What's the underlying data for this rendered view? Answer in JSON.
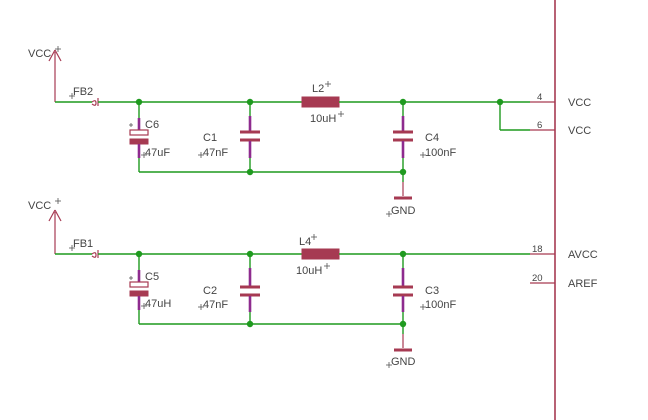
{
  "supply_top": {
    "label": "VCC"
  },
  "supply_bottom": {
    "label": "VCC"
  },
  "ferrite_top": {
    "label": "FB2"
  },
  "ferrite_bottom": {
    "label": "FB1"
  },
  "inductor_top": {
    "name": "L2",
    "value": "10uH"
  },
  "inductor_bottom": {
    "name": "L4",
    "value": "10uH"
  },
  "cap_c6": {
    "name": "C6",
    "value": "47uF"
  },
  "cap_c1": {
    "name": "C1",
    "value": "47nF"
  },
  "cap_c4": {
    "name": "C4",
    "value": "100nF"
  },
  "cap_c5": {
    "name": "C5",
    "value": "47uH"
  },
  "cap_c2": {
    "name": "C2",
    "value": "47nF"
  },
  "cap_c3": {
    "name": "C3",
    "value": "100nF"
  },
  "gnd_top": {
    "label": "GND"
  },
  "gnd_bottom": {
    "label": "GND"
  },
  "pins": [
    {
      "number": "4",
      "name": "VCC"
    },
    {
      "number": "6",
      "name": "VCC"
    },
    {
      "number": "18",
      "name": "AVCC"
    },
    {
      "number": "20",
      "name": "AREF"
    }
  ],
  "colors": {
    "wire": "#1f9a1f",
    "component": "#a63a52",
    "cap_leads": "#8e2b8e",
    "text": "#444444"
  }
}
